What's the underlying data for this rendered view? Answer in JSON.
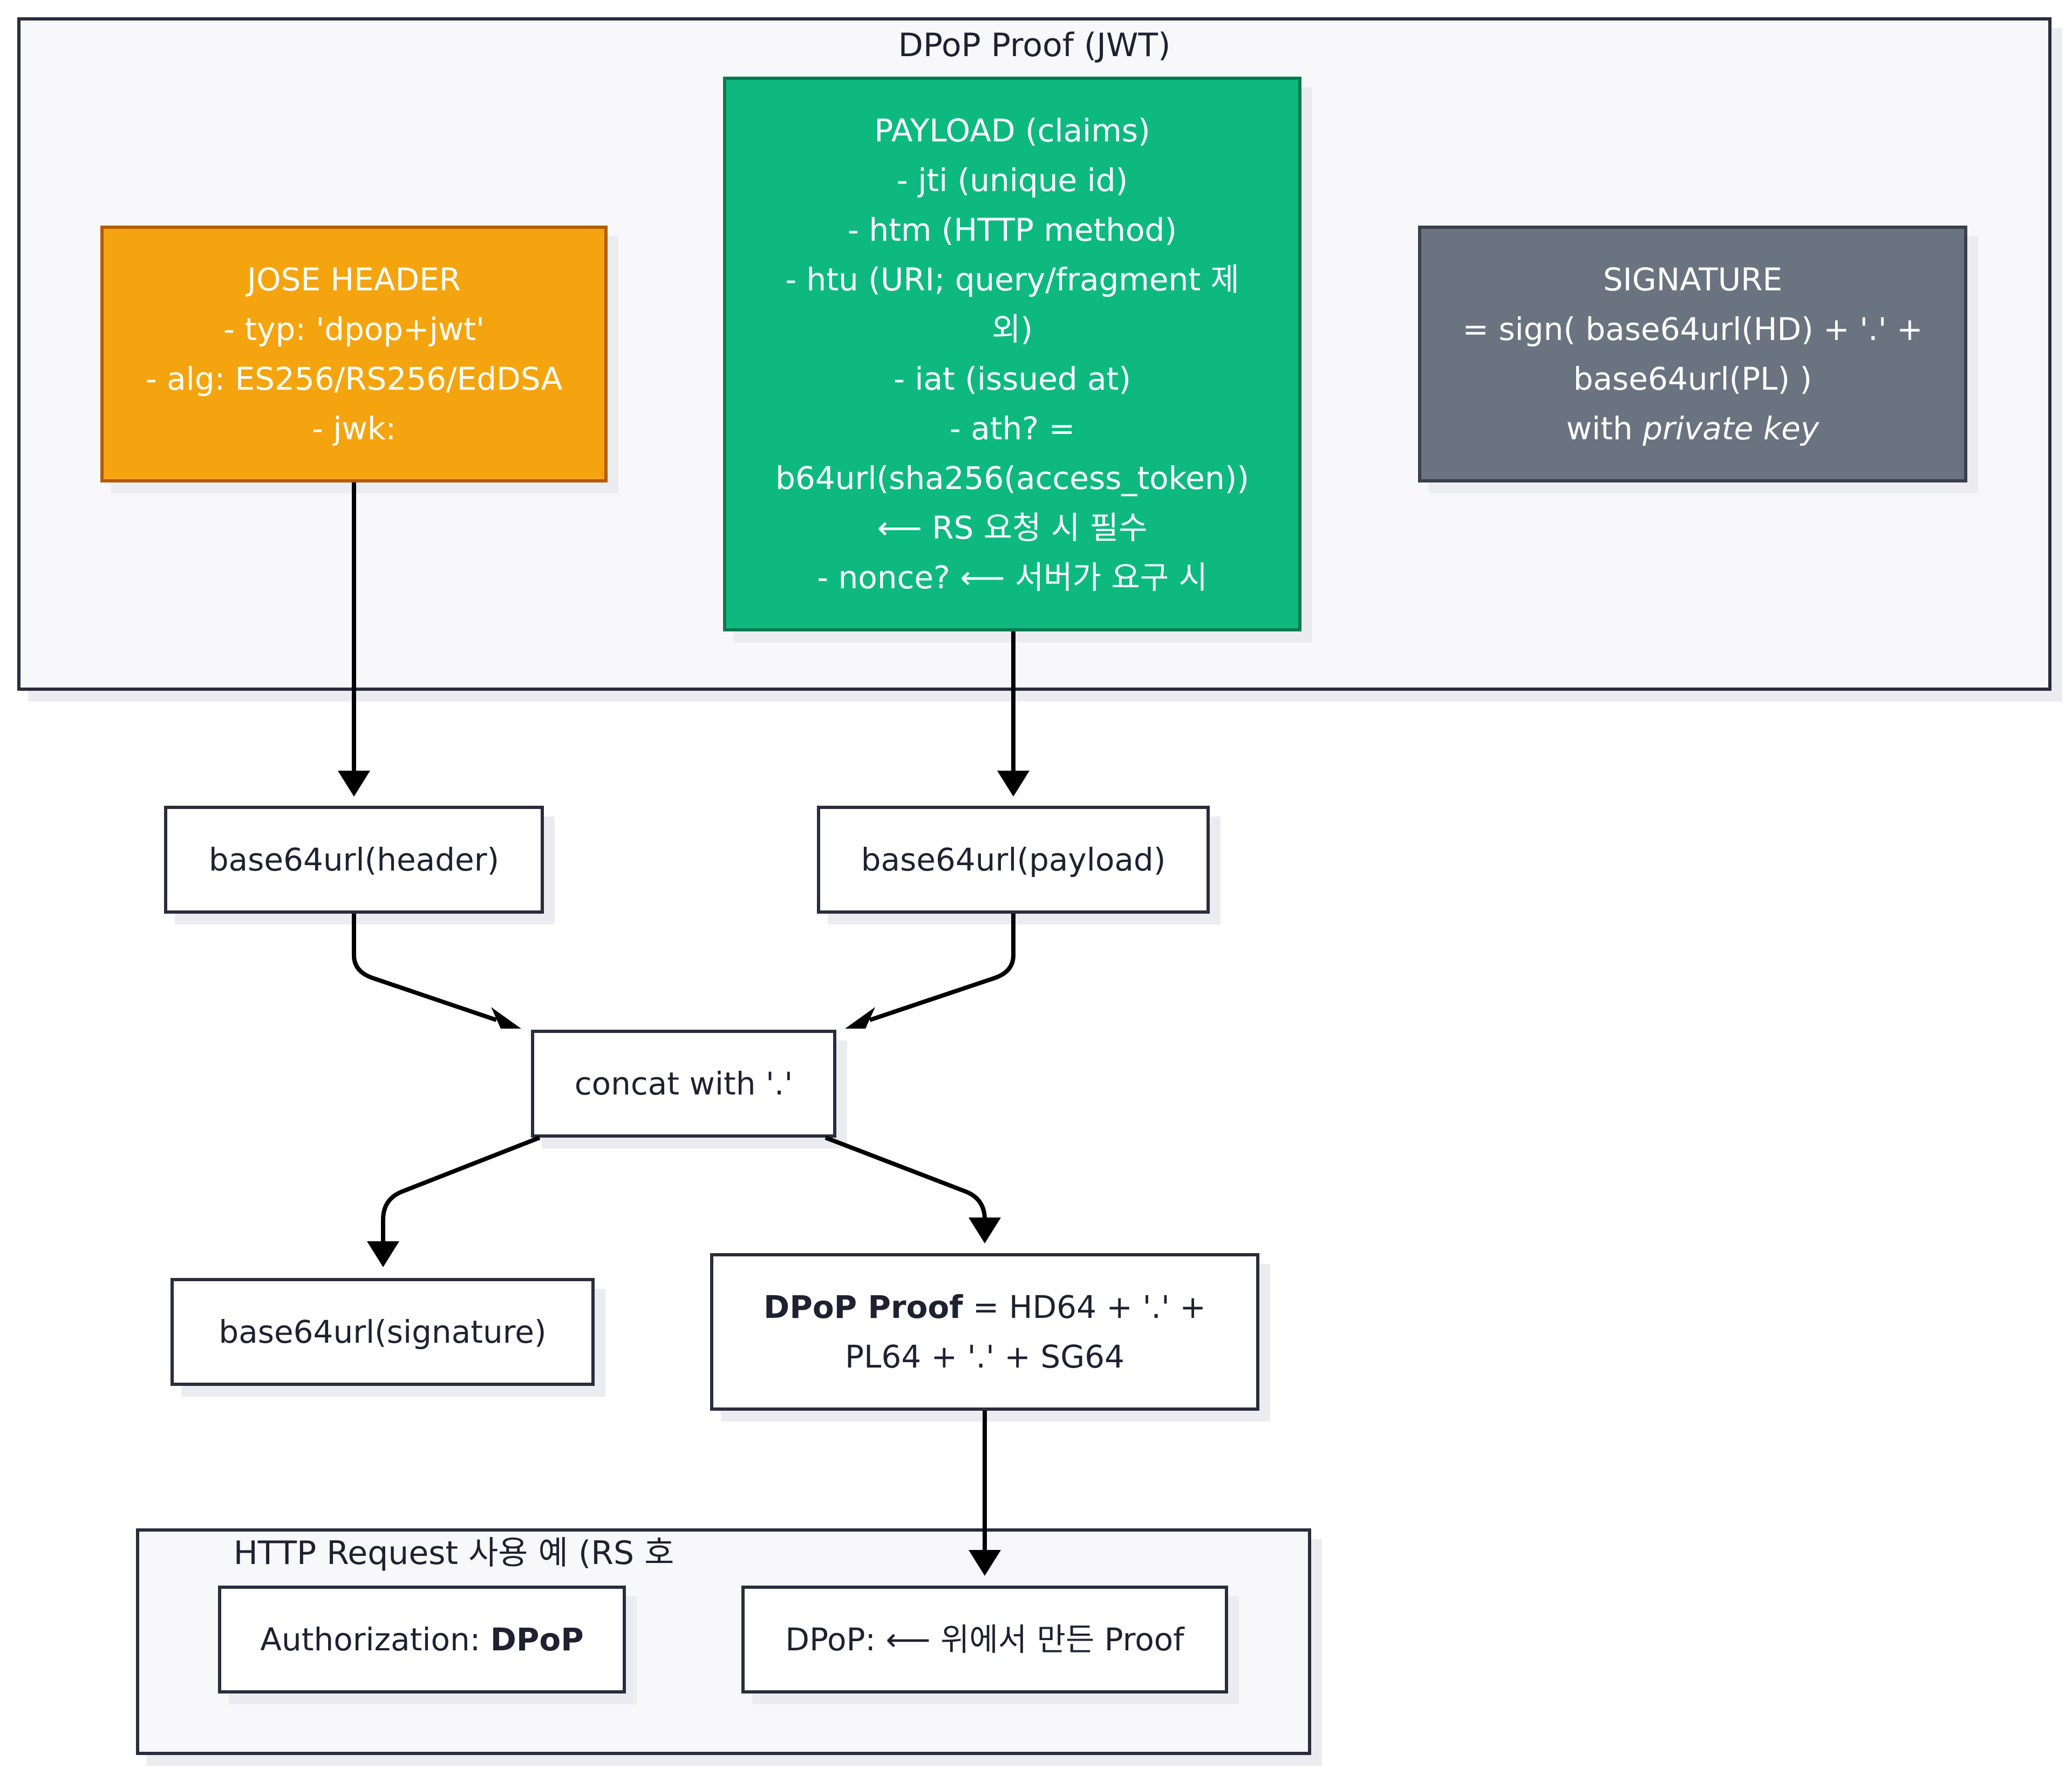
{
  "proof_group": {
    "title": "DPoP Proof (JWT)"
  },
  "header_node": {
    "lines": [
      "JOSE HEADER",
      "- typ: 'dpop+jwt'",
      "- alg: ES256/RS256/EdDSA",
      "- jwk:"
    ]
  },
  "payload_node": {
    "lines": [
      "PAYLOAD (claims)",
      "- jti (unique id)",
      "- htm (HTTP method)",
      "- htu (URI; query/fragment 제",
      "외)",
      "- iat (issued at)",
      "- ath? =",
      "b64url(sha256(access_token))",
      "⟵ RS 요청 시 필수",
      "- nonce?  ⟵ 서버가 요구 시"
    ]
  },
  "signature_node": {
    "lines": [
      "SIGNATURE",
      "= sign( base64url(HD) + '.' +",
      "base64url(PL) )"
    ],
    "line4_prefix": "with ",
    "line4_italic": "private key"
  },
  "b64_header": {
    "label": "base64url(header)"
  },
  "b64_payload": {
    "label": "base64url(payload)"
  },
  "concat": {
    "label": "concat with '.'"
  },
  "b64_signature": {
    "label": "base64url(signature)"
  },
  "proof_node": {
    "bold": "DPoP Proof",
    "line1_rest": " = HD64 + '.' +",
    "line2": "PL64 + '.' + SG64"
  },
  "http_group": {
    "title_line1": "HTTP Request 사용 예 (RS 호",
    "title_line2": "출)"
  },
  "auth_node": {
    "prefix": "Authorization: ",
    "bold": "DPoP"
  },
  "dpop_header_node": {
    "label": "DPoP: ⟵ 위에서 만든 Proof"
  }
}
